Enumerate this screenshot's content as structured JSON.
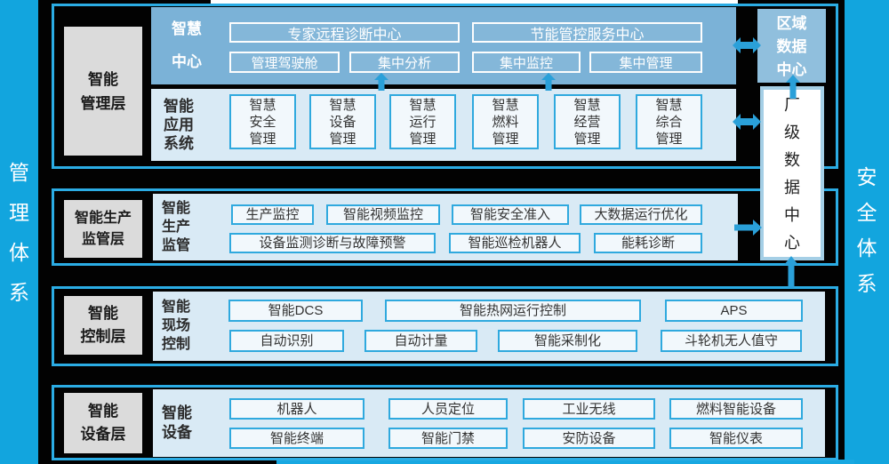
{
  "colors": {
    "page_bg": "#12A5DE",
    "frame_border": "#2BACE4",
    "black_bg": "#020202",
    "grey_box": "#DBDBDB",
    "smart_center_panel": "#7BB2D7",
    "light_panel": "#D9EAF5",
    "cyan_box_border": "#2FA9DE",
    "arrow": "#2AA0D9",
    "regional_box": "#90BFDD",
    "plant_box_border": "#A5CFE6"
  },
  "left_rail": {
    "text": "管\n理\n体\n系"
  },
  "right_rail": {
    "text": "安\n全\n体\n系"
  },
  "management_layer": {
    "label": "智能\n管理层",
    "smart_center": {
      "label": "智慧\n中心",
      "expert_center": "专家远程诊断中心",
      "energy_center": "节能管控服务中心",
      "cockpit": "管理驾驶舱",
      "analysis": "集中分析",
      "monitoring": "集中监控",
      "management": "集中管理"
    },
    "app_system": {
      "label": "智能\n应用\n系统",
      "boxes": [
        "智慧\n安全\n管理",
        "智慧\n设备\n管理",
        "智慧\n运行\n管理",
        "智慧\n燃料\n管理",
        "智慧\n经营\n管理",
        "智慧\n综合\n管理"
      ]
    }
  },
  "production_layer": {
    "label": "智能生产\n监管层",
    "panel_label": "智能\n生产\n监管",
    "row1": [
      "生产监控",
      "智能视频监控",
      "智能安全准入",
      "大数据运行优化"
    ],
    "row2": [
      "设备监测诊断与故障预警",
      "智能巡检机器人",
      "能耗诊断"
    ]
  },
  "control_layer": {
    "label": "智能\n控制层",
    "panel_label": "智能\n现场\n控制",
    "row1": [
      "智能DCS",
      "智能热网运行控制",
      "APS"
    ],
    "row2": [
      "自动识别",
      "自动计量",
      "智能采制化",
      "斗轮机无人值守"
    ]
  },
  "device_layer": {
    "label": "智能\n设备层",
    "panel_label": "智能\n设备",
    "row1": [
      "机器人",
      "人员定位",
      "工业无线",
      "燃料智能设备"
    ],
    "row2": [
      "智能终端",
      "智能门禁",
      "安防设备",
      "智能仪表"
    ]
  },
  "data_centers": {
    "regional": "区域\n数据\n中心",
    "plant": "厂\n级\n数\n据\n中\n心"
  }
}
